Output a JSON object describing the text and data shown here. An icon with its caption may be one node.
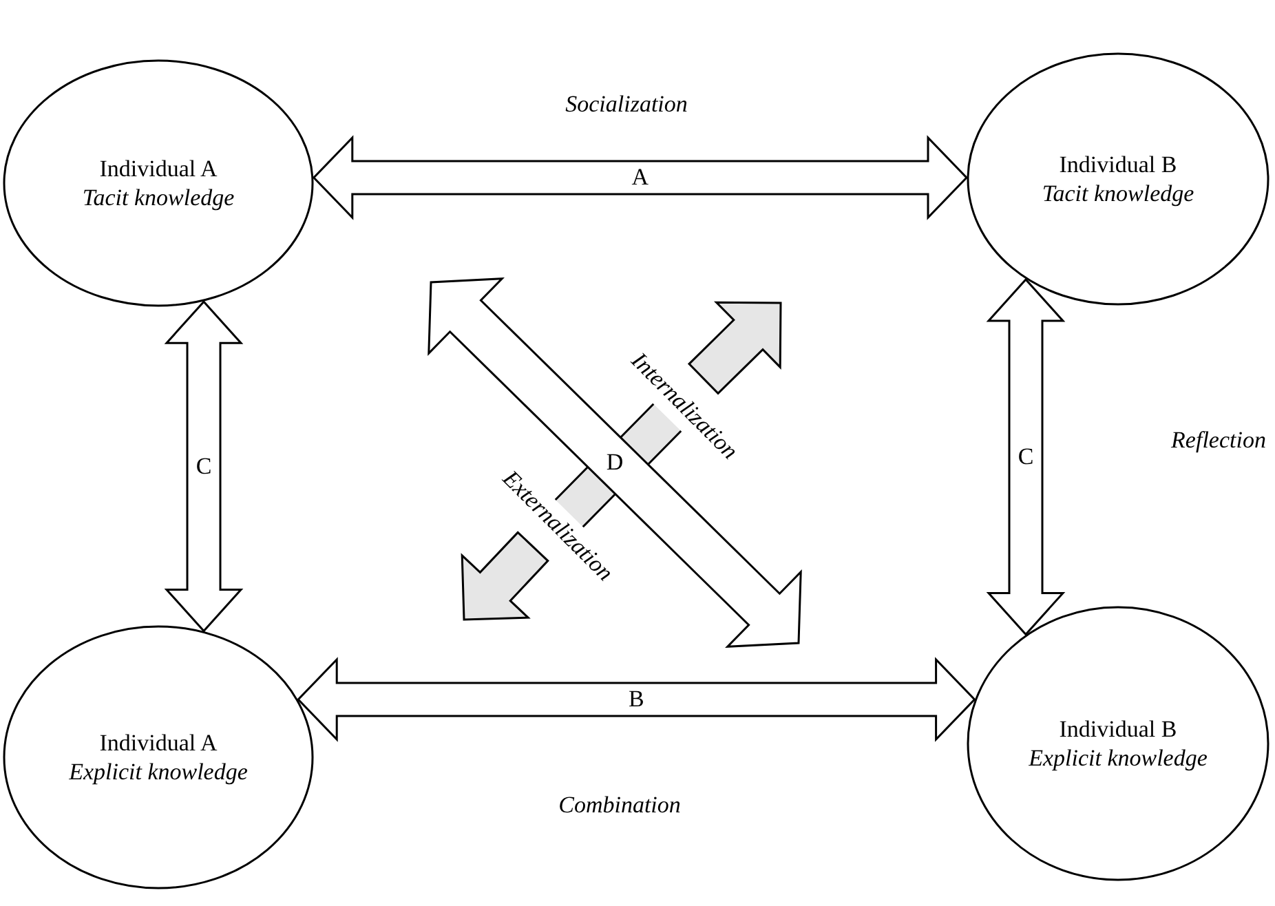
{
  "diagram": {
    "nodes": [
      {
        "text": [
          "Individual A",
          "Tacit knowledge"
        ]
      },
      {
        "text": [
          "Individual B",
          "Tacit knowledge"
        ]
      },
      {
        "text": [
          "Individual A",
          "Explicit knowledge"
        ]
      },
      {
        "text": [
          "Individual B",
          "Explicit knowledge"
        ]
      }
    ],
    "edges": [
      {
        "from": 0,
        "to": 1,
        "arrow": "both",
        "label": "A"
      },
      {
        "from": 2,
        "to": 3,
        "arrow": "both",
        "label": "B"
      },
      {
        "from": 0,
        "to": 2,
        "arrow": "both",
        "label": "C"
      },
      {
        "from": 1,
        "to": 3,
        "arrow": "both",
        "label": "C"
      },
      {
        "from": 0,
        "to": 3,
        "arrow": "both",
        "label": "D"
      }
    ],
    "labels": [
      "Socialization",
      "Internalization",
      "Reflection",
      "Externalization",
      "Combination"
    ]
  }
}
